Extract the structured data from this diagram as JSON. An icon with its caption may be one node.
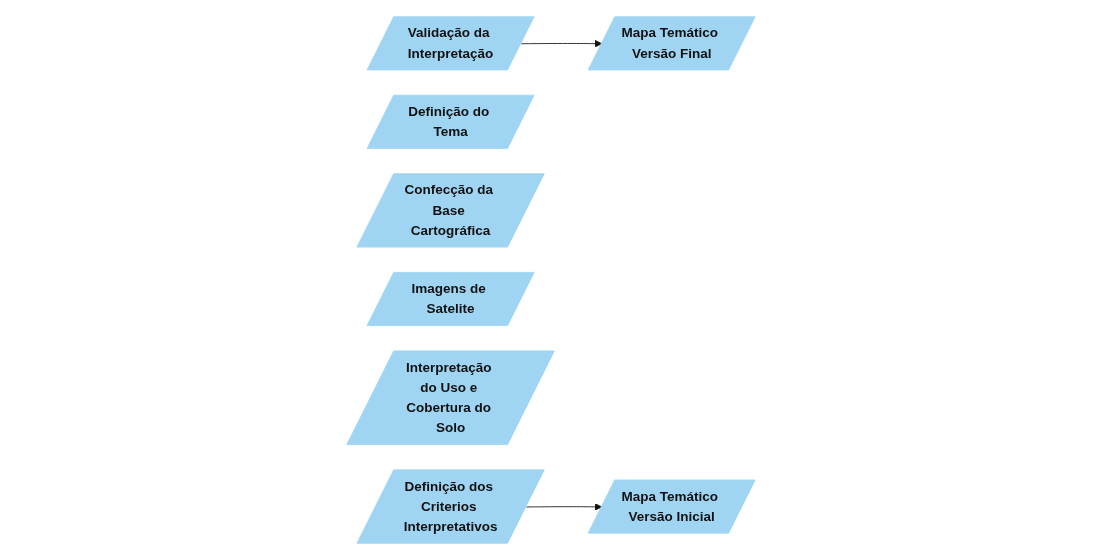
{
  "diagram": {
    "nodes": [
      {
        "text": [
          "Validação da Interpretação"
        ]
      },
      {
        "text": [
          "Definição do Tema"
        ]
      },
      {
        "text": [
          "Confecção da Base Cartográfica"
        ]
      },
      {
        "text": [
          "Imagens de Satelite"
        ]
      },
      {
        "text": [
          "Interpretação do Uso e Cobertura do Solo"
        ]
      },
      {
        "text": [
          "Mapa Temático Versão Inicial"
        ]
      },
      {
        "text": [
          "Mapa Temático Versão Final"
        ]
      },
      {
        "text": [
          "Definição dos Criterios Interpretativos"
        ]
      }
    ],
    "edges": [
      {
        "from": 0,
        "to": 6,
        "arrow": "to"
      },
      {
        "from": 7,
        "to": 5,
        "arrow": "to"
      }
    ]
  }
}
